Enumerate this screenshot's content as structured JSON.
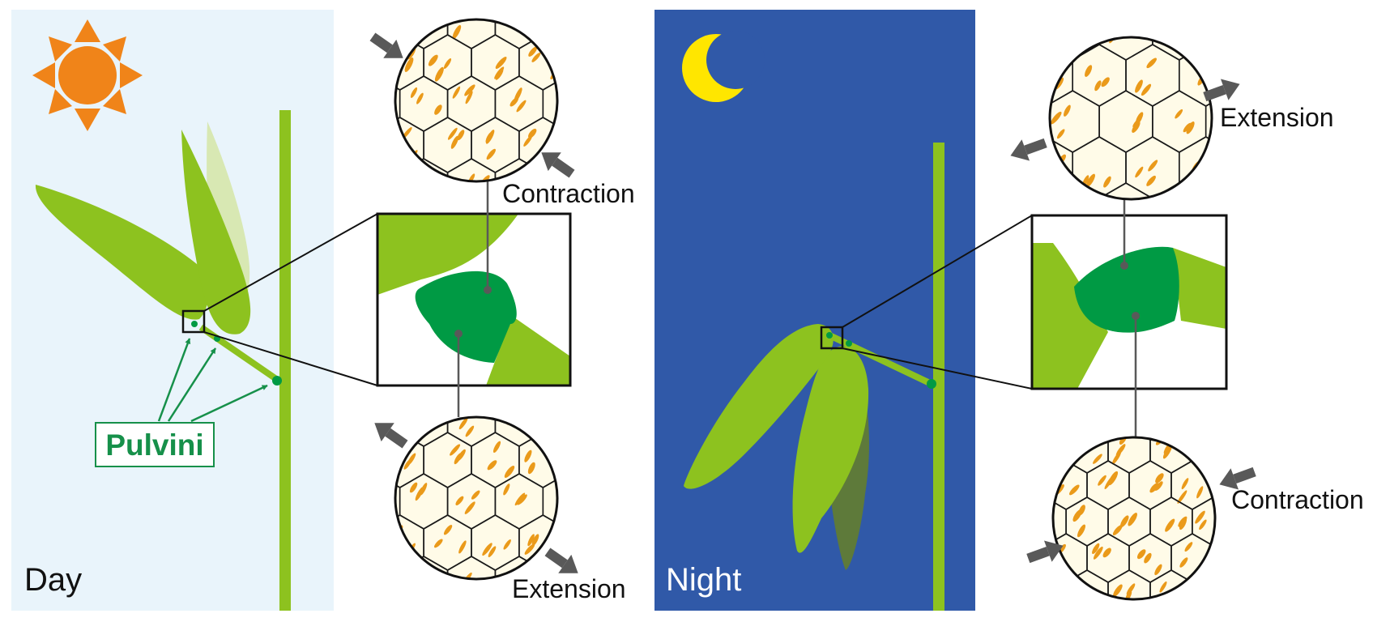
{
  "labels": {
    "day": "Day",
    "night": "Night",
    "pulvini": "Pulvini",
    "day_top_state": "Contraction",
    "day_bottom_state": "Extension",
    "night_top_state": "Extension",
    "night_bottom_state": "Contraction"
  },
  "icons": {
    "day": "sun-icon",
    "night": "crescent-moon-icon"
  },
  "colors": {
    "day_background": "#e9f4fb",
    "night_background": "#3059a8",
    "leaf_green": "#8dc21f",
    "leaf_pale": "#d8e8b3",
    "leaf_dark": "#5e7a3a",
    "pulvinus_green": "#009a44",
    "pulvini_label": "#16904a",
    "sun": "#f08419",
    "moon": "#ffe600",
    "cell_fill": "#fffbe8",
    "cell_granule": "#ea9a1a",
    "arrow_gray": "#595959"
  }
}
